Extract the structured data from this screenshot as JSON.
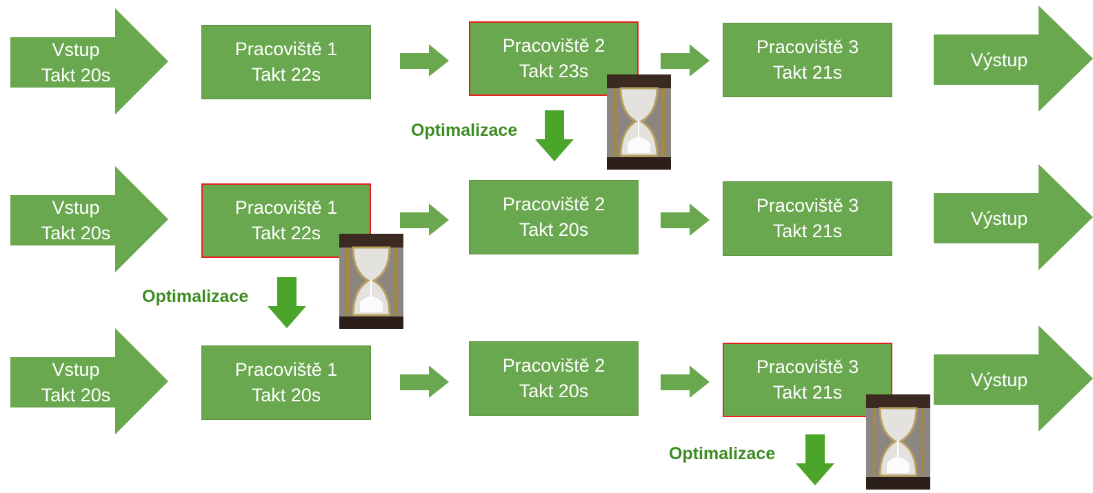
{
  "rows": [
    {
      "input": {
        "line1": "Vstup",
        "line2": "Takt 20s"
      },
      "stations": [
        {
          "line1": "Pracoviště 1",
          "line2": "Takt 22s",
          "bottleneck": false
        },
        {
          "line1": "Pracoviště 2",
          "line2": "Takt 23s",
          "bottleneck": true
        },
        {
          "line1": "Pracoviště 3",
          "line2": "Takt 21s",
          "bottleneck": false
        }
      ],
      "output": {
        "label": "Výstup"
      },
      "optimization_label": "Optimalizace"
    },
    {
      "input": {
        "line1": "Vstup",
        "line2": "Takt 20s"
      },
      "stations": [
        {
          "line1": "Pracoviště 1",
          "line2": "Takt 22s",
          "bottleneck": true
        },
        {
          "line1": "Pracoviště 2",
          "line2": "Takt 20s",
          "bottleneck": false
        },
        {
          "line1": "Pracoviště 3",
          "line2": "Takt 21s",
          "bottleneck": false
        }
      ],
      "output": {
        "label": "Výstup"
      },
      "optimization_label": "Optimalizace"
    },
    {
      "input": {
        "line1": "Vstup",
        "line2": "Takt 20s"
      },
      "stations": [
        {
          "line1": "Pracoviště 1",
          "line2": "Takt 20s",
          "bottleneck": false
        },
        {
          "line1": "Pracoviště 2",
          "line2": "Takt 20s",
          "bottleneck": false
        },
        {
          "line1": "Pracoviště 3",
          "line2": "Takt 21s",
          "bottleneck": true
        }
      ],
      "output": {
        "label": "Výstup"
      },
      "optimization_label": "Optimalizace"
    }
  ],
  "colors": {
    "shape_fill": "#6aa84f",
    "shape_text": "#ffffff",
    "bottleneck_border": "#e8211b",
    "optimization_text": "#3c8c21",
    "down_arrow_fill": "#4aa52a"
  },
  "icons": {
    "bottleneck_marker": "hourglass-icon",
    "optimization_marker": "arrow-down-icon"
  }
}
